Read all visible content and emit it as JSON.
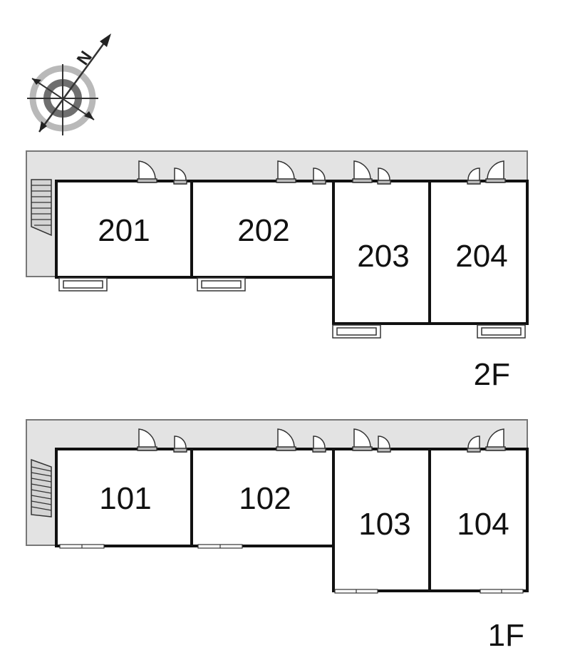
{
  "compass": {
    "letter": "N",
    "icon": "compass-rose-icon"
  },
  "colors": {
    "corridor": "#e3e3e3",
    "wall": "#111111",
    "background": "#ffffff"
  },
  "floors": [
    {
      "label": "2F",
      "units": [
        {
          "id": "201",
          "label": "201"
        },
        {
          "id": "202",
          "label": "202"
        },
        {
          "id": "203",
          "label": "203"
        },
        {
          "id": "204",
          "label": "204"
        }
      ]
    },
    {
      "label": "1F",
      "units": [
        {
          "id": "101",
          "label": "101"
        },
        {
          "id": "102",
          "label": "102"
        },
        {
          "id": "103",
          "label": "103"
        },
        {
          "id": "104",
          "label": "104"
        }
      ]
    }
  ]
}
